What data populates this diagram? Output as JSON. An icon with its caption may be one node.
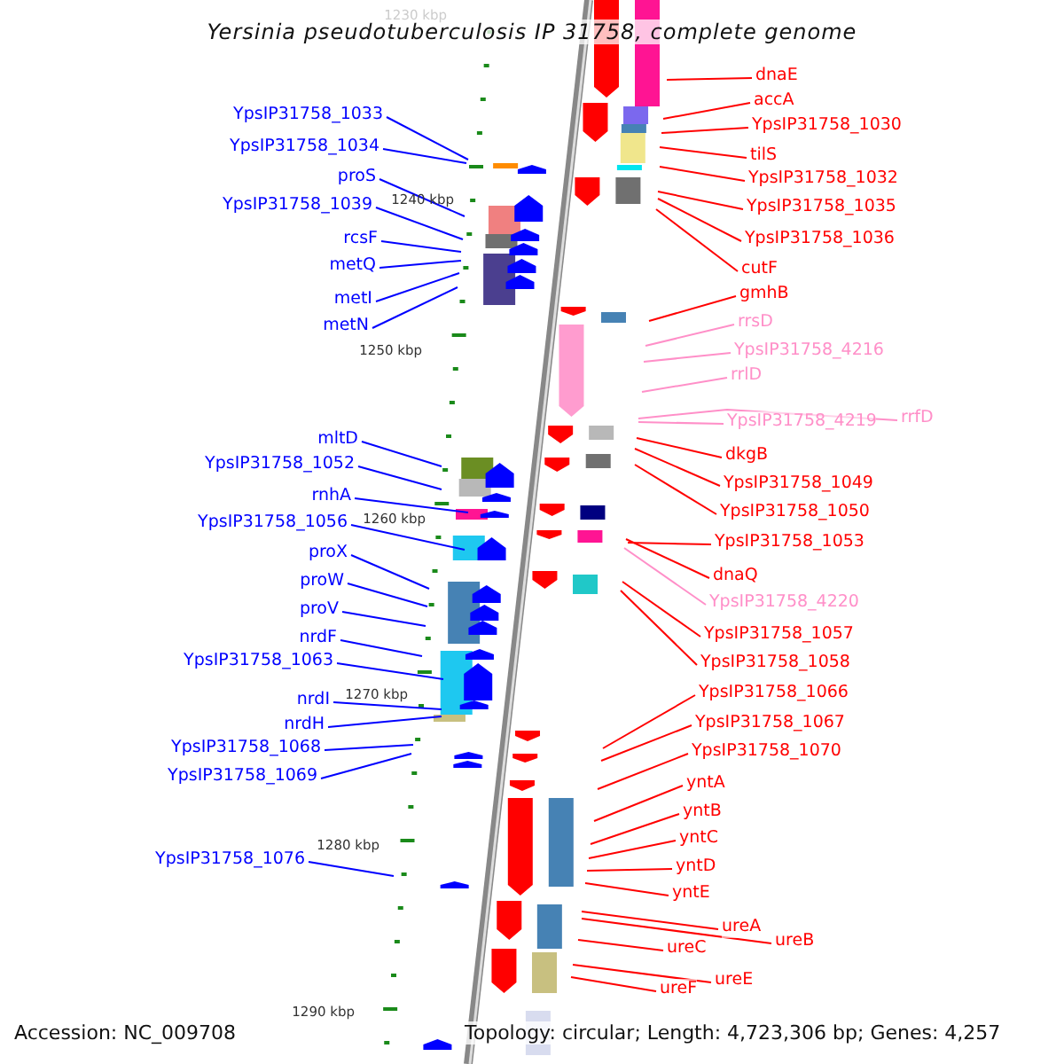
{
  "diagram": {
    "title": "Yersinia pseudotuberculosis IP 31758, complete genome",
    "nodes": [
      {
        "text": [
          "YpsIP31758_1033"
        ]
      },
      {
        "text": [
          "YpsIP31758_1034"
        ]
      },
      {
        "text": [
          "proS"
        ]
      },
      {
        "text": [
          "YpsIP31758_1039"
        ]
      },
      {
        "text": [
          "rcsF"
        ]
      },
      {
        "text": [
          "metQ"
        ]
      },
      {
        "text": [
          "metI"
        ]
      },
      {
        "text": [
          "metN"
        ]
      },
      {
        "text": [
          "mltD"
        ]
      },
      {
        "text": [
          "YpsIP31758_1052"
        ]
      },
      {
        "text": [
          "rnhA"
        ]
      },
      {
        "text": [
          "YpsIP31758_1056"
        ]
      },
      {
        "text": [
          "proX"
        ]
      },
      {
        "text": [
          "proW"
        ]
      },
      {
        "text": [
          "proV"
        ]
      },
      {
        "text": [
          "nrdF"
        ]
      },
      {
        "text": [
          "YpsIP31758_1063"
        ]
      },
      {
        "text": [
          "nrdI"
        ]
      },
      {
        "text": [
          "nrdH"
        ]
      },
      {
        "text": [
          "YpsIP31758_1068"
        ]
      },
      {
        "text": [
          "YpsIP31758_1069"
        ]
      },
      {
        "text": [
          "YpsIP31758_1076"
        ]
      },
      {
        "text": [
          "dnaE"
        ]
      },
      {
        "text": [
          "accA"
        ]
      },
      {
        "text": [
          "YpsIP31758_1030"
        ]
      },
      {
        "text": [
          "tilS"
        ]
      },
      {
        "text": [
          "YpsIP31758_1032"
        ]
      },
      {
        "text": [
          "YpsIP31758_1035"
        ]
      },
      {
        "text": [
          "YpsIP31758_1036"
        ]
      },
      {
        "text": [
          "cutF"
        ]
      },
      {
        "text": [
          "gmhB"
        ]
      },
      {
        "text": [
          "rrsD"
        ]
      },
      {
        "text": [
          "YpsIP31758_4216"
        ]
      },
      {
        "text": [
          "rrlD"
        ]
      },
      {
        "text": [
          "YpsIP31758_4219"
        ]
      },
      {
        "text": [
          "rrfD"
        ]
      },
      {
        "text": [
          "dkgB"
        ]
      },
      {
        "text": [
          "YpsIP31758_1049"
        ]
      },
      {
        "text": [
          "YpsIP31758_1050"
        ]
      },
      {
        "text": [
          "YpsIP31758_1053"
        ]
      },
      {
        "text": [
          "dnaQ"
        ]
      },
      {
        "text": [
          "YpsIP31758_4220"
        ]
      },
      {
        "text": [
          "YpsIP31758_1057"
        ]
      },
      {
        "text": [
          "YpsIP31758_1058"
        ]
      },
      {
        "text": [
          "YpsIP31758_1066"
        ]
      },
      {
        "text": [
          "YpsIP31758_1067"
        ]
      },
      {
        "text": [
          "YpsIP31758_1070"
        ]
      },
      {
        "text": [
          "yntA"
        ]
      },
      {
        "text": [
          "yntB"
        ]
      },
      {
        "text": [
          "yntC"
        ]
      },
      {
        "text": [
          "yntD"
        ]
      },
      {
        "text": [
          "yntE"
        ]
      },
      {
        "text": [
          "ureA"
        ]
      },
      {
        "text": [
          "ureB"
        ]
      },
      {
        "text": [
          "ureC"
        ]
      },
      {
        "text": [
          "ureE"
        ]
      },
      {
        "text": [
          "ureF"
        ]
      }
    ],
    "edges": [
      {
        "from": 0,
        "to": null,
        "arrow": "none",
        "color": "#0000ff"
      },
      {
        "from": 1,
        "to": null,
        "arrow": "none",
        "color": "#0000ff"
      },
      {
        "from": 2,
        "to": null,
        "arrow": "none",
        "color": "#0000ff"
      },
      {
        "from": 3,
        "to": null,
        "arrow": "none",
        "color": "#0000ff"
      },
      {
        "from": 4,
        "to": null,
        "arrow": "none",
        "color": "#0000ff"
      },
      {
        "from": 5,
        "to": null,
        "arrow": "none",
        "color": "#0000ff"
      },
      {
        "from": 6,
        "to": null,
        "arrow": "none",
        "color": "#0000ff"
      },
      {
        "from": 7,
        "to": null,
        "arrow": "none",
        "color": "#0000ff"
      },
      {
        "from": 8,
        "to": null,
        "arrow": "none",
        "color": "#0000ff"
      },
      {
        "from": 9,
        "to": null,
        "arrow": "none",
        "color": "#0000ff"
      },
      {
        "from": 10,
        "to": null,
        "arrow": "none",
        "color": "#0000ff"
      },
      {
        "from": 11,
        "to": null,
        "arrow": "none",
        "color": "#0000ff"
      },
      {
        "from": 12,
        "to": null,
        "arrow": "none",
        "color": "#0000ff"
      },
      {
        "from": 13,
        "to": null,
        "arrow": "none",
        "color": "#0000ff"
      },
      {
        "from": 14,
        "to": null,
        "arrow": "none",
        "color": "#0000ff"
      },
      {
        "from": 15,
        "to": null,
        "arrow": "none",
        "color": "#0000ff"
      },
      {
        "from": 16,
        "to": null,
        "arrow": "none",
        "color": "#0000ff"
      },
      {
        "from": 17,
        "to": null,
        "arrow": "none",
        "color": "#0000ff"
      },
      {
        "from": 18,
        "to": null,
        "arrow": "none",
        "color": "#0000ff"
      },
      {
        "from": 19,
        "to": null,
        "arrow": "none",
        "color": "#0000ff"
      },
      {
        "from": 20,
        "to": null,
        "arrow": "none",
        "color": "#0000ff"
      },
      {
        "from": 21,
        "to": null,
        "arrow": "none",
        "color": "#0000ff"
      },
      {
        "from": 22,
        "to": null,
        "arrow": "none"
      },
      {
        "from": 23,
        "to": null,
        "arrow": "none"
      },
      {
        "from": 24,
        "to": null,
        "arrow": "none"
      },
      {
        "from": 25,
        "to": null,
        "arrow": "none"
      },
      {
        "from": 26,
        "to": null,
        "arrow": "none"
      },
      {
        "from": 27,
        "to": null,
        "arrow": "none"
      },
      {
        "from": 28,
        "to": null,
        "arrow": "none"
      },
      {
        "from": 29,
        "to": null,
        "arrow": "none"
      },
      {
        "from": 30,
        "to": null,
        "arrow": "none"
      },
      {
        "from": 31,
        "to": null,
        "arrow": "none",
        "color": "#ff8fc8"
      },
      {
        "from": 32,
        "to": null,
        "arrow": "none",
        "color": "#ff8fc8"
      },
      {
        "from": 33,
        "to": null,
        "arrow": "none",
        "color": "#ff8fc8"
      },
      {
        "from": 34,
        "to": null,
        "arrow": "none",
        "color": "#ff8fc8"
      },
      {
        "from": 35,
        "to": null,
        "arrow": "none",
        "color": "#ff8fc8"
      },
      {
        "from": 36,
        "to": null,
        "arrow": "none"
      },
      {
        "from": 37,
        "to": null,
        "arrow": "none"
      },
      {
        "from": 38,
        "to": null,
        "arrow": "none"
      },
      {
        "from": 39,
        "to": null,
        "arrow": "none"
      },
      {
        "from": 40,
        "to": null,
        "arrow": "none"
      },
      {
        "from": 41,
        "to": null,
        "arrow": "none",
        "color": "#ff8fc8"
      },
      {
        "from": 42,
        "to": null,
        "arrow": "none"
      },
      {
        "from": 43,
        "to": null,
        "arrow": "none"
      },
      {
        "from": 44,
        "to": null,
        "arrow": "none"
      },
      {
        "from": 45,
        "to": null,
        "arrow": "none"
      },
      {
        "from": 46,
        "to": null,
        "arrow": "none"
      },
      {
        "from": 47,
        "to": null,
        "arrow": "none"
      },
      {
        "from": 48,
        "to": null,
        "arrow": "none"
      },
      {
        "from": 49,
        "to": null,
        "arrow": "none"
      },
      {
        "from": 50,
        "to": null,
        "arrow": "none"
      },
      {
        "from": 51,
        "to": null,
        "arrow": "none"
      },
      {
        "from": 52,
        "to": null,
        "arrow": "none"
      },
      {
        "from": 53,
        "to": null,
        "arrow": "none"
      },
      {
        "from": 54,
        "to": null,
        "arrow": "none"
      },
      {
        "from": 55,
        "to": null,
        "arrow": "none"
      },
      {
        "from": 56,
        "to": null,
        "arrow": "none"
      }
    ],
    "labels": [
      "1230 kbp",
      "1240 kbp",
      "1250 kbp",
      "1260 kbp",
      "1270 kbp",
      "1280 kbp",
      "1290 kbp",
      "Accession: NC_009708",
      "Topology: circular; Length: 4,723,306 bp; Genes: 4,257"
    ]
  }
}
